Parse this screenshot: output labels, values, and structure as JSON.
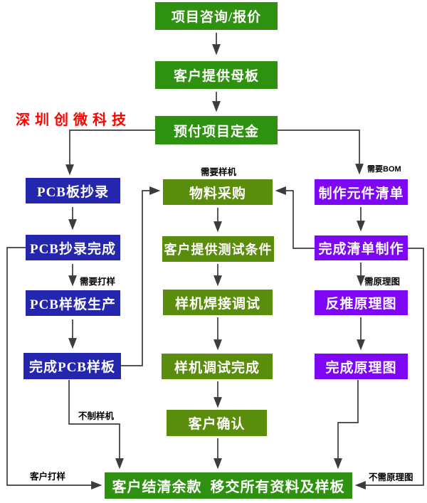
{
  "brand": {
    "text": "深 圳 创 微 科 技"
  },
  "colors": {
    "green": "#2f9110",
    "olive": "#5b8d0d",
    "blue": "#2426ae",
    "purple": "#7d06f5",
    "line": "#3c3c3c",
    "brand": "#fe0000"
  },
  "nodes": [
    {
      "id": "project-consult",
      "label": "项目咨询/报价",
      "color": "green"
    },
    {
      "id": "customer-board",
      "label": "客户提供母板",
      "color": "green"
    },
    {
      "id": "deposit",
      "label": "预付项目定金",
      "color": "green"
    },
    {
      "id": "pcb-copy",
      "label": "PCB板抄录",
      "color": "blue"
    },
    {
      "id": "pcb-copy-done",
      "label": "PCB抄录完成",
      "color": "blue"
    },
    {
      "id": "pcb-sample-prod",
      "label": "PCB样板生产",
      "color": "blue"
    },
    {
      "id": "pcb-sample-done",
      "label": "完成PCB样板",
      "color": "blue"
    },
    {
      "id": "material-purchase",
      "label": "物料采购",
      "color": "olive"
    },
    {
      "id": "test-conditions",
      "label": "客户提供测试条件",
      "color": "olive"
    },
    {
      "id": "proto-welding",
      "label": "样机焊接调试",
      "color": "olive"
    },
    {
      "id": "proto-debug-done",
      "label": "样机调试完成",
      "color": "olive"
    },
    {
      "id": "customer-confirm",
      "label": "客户确认",
      "color": "olive"
    },
    {
      "id": "make-bom",
      "label": "制作元件清单",
      "color": "purple"
    },
    {
      "id": "bom-done",
      "label": "完成清单制作",
      "color": "purple"
    },
    {
      "id": "reverse-schematic",
      "label": "反推原理图",
      "color": "purple"
    },
    {
      "id": "schematic-done",
      "label": "完成原理图",
      "color": "purple"
    },
    {
      "id": "final-settlement",
      "label": "客户结清余款  移交所有资料及样板",
      "color": "green"
    }
  ],
  "edge_labels": [
    {
      "id": "need-prototype",
      "text": "需要样机"
    },
    {
      "id": "need-bom",
      "text": "需要BOM"
    },
    {
      "id": "need-sampling",
      "text": "需要打样"
    },
    {
      "id": "need-schematic",
      "text": "需原理图"
    },
    {
      "id": "no-prototype",
      "text": "不制样机"
    },
    {
      "id": "customer-sampling",
      "text": "客户打样"
    },
    {
      "id": "no-schematic-needed",
      "text": "不需原理图"
    }
  ]
}
